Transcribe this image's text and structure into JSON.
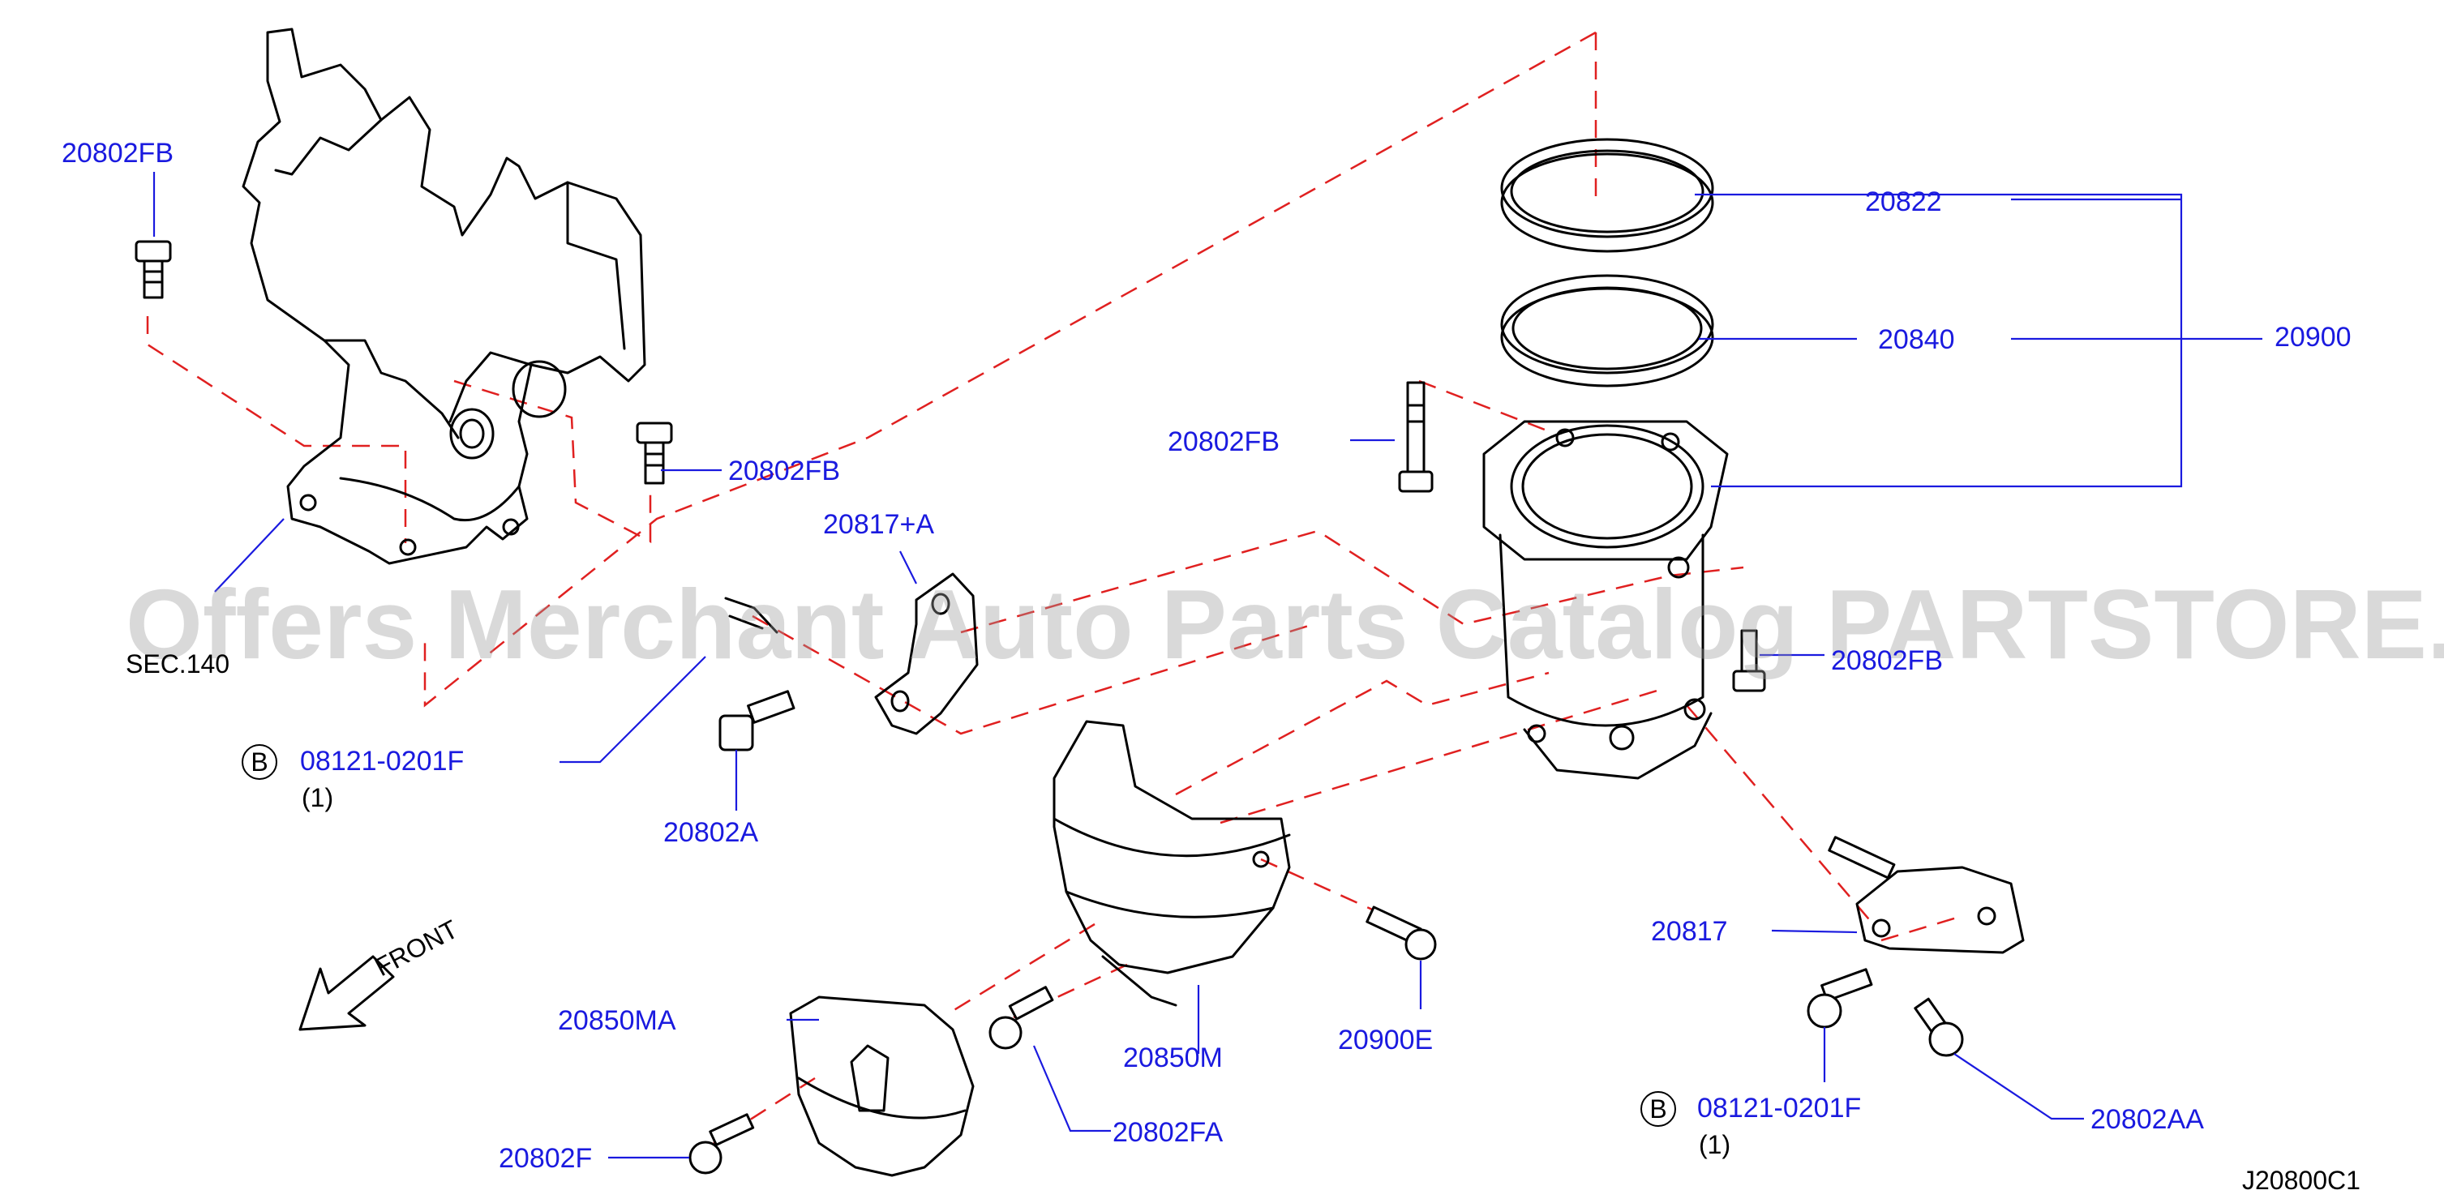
{
  "diagram": {
    "code": "J20800C1",
    "watermark": "Offers Merchant Auto Parts Catalog PARTSTORE.SA",
    "front_label": "FRONT",
    "section_ref": "SEC.140",
    "bolt_callout_top": {
      "circle": "B",
      "part": "08121-0201F",
      "qty": "(1)"
    },
    "bolt_callout_bottom": {
      "circle": "B",
      "part": "08121-0201F",
      "qty": "(1)"
    },
    "labels": {
      "fb_topleft": "20802FB",
      "fb_mid": "20802FB",
      "fb_right": "20802FB",
      "fb_conv": "20802FB",
      "ring_top": "20822",
      "ring_mid": "20840",
      "assembly": "20900",
      "bracket_a": "20817+A",
      "bolt_a": "20802A",
      "bracket": "20817",
      "shield_ma": "20850MA",
      "shield_m": "20850M",
      "bolt_e": "20900E",
      "bolt_f": "20802F",
      "bolt_fa": "20802FA",
      "bolt_aa": "20802AA"
    }
  }
}
